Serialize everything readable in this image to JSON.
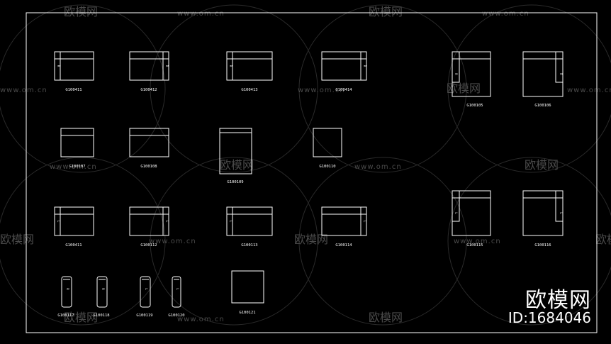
{
  "watermark": {
    "brand": "欧模网",
    "site": "www.om.cn",
    "brand_large": "欧模网",
    "id_label": "ID:1684046"
  },
  "drawing": {
    "blocks": [
      {
        "code": "G100411",
        "kind": "sofa-unit-arm-right",
        "mark": "R"
      },
      {
        "code": "G100412",
        "kind": "sofa-unit-arm-left",
        "mark": "R"
      },
      {
        "code": "G100413",
        "kind": "sofa-unit-arm-right",
        "mark": "R"
      },
      {
        "code": "G100414",
        "kind": "sofa-unit-arm-left",
        "mark": "R"
      },
      {
        "code": "G100105",
        "kind": "corner-unit-left",
        "mark": "R"
      },
      {
        "code": "G100106",
        "kind": "corner-unit-right",
        "mark": "R"
      },
      {
        "code": "G100107",
        "kind": "sofa-unit-armless",
        "mark": ""
      },
      {
        "code": "G100108",
        "kind": "sofa-unit-armless",
        "mark": ""
      },
      {
        "code": "G100109",
        "kind": "chaise-unit",
        "mark": ""
      },
      {
        "code": "G100110",
        "kind": "ottoman",
        "mark": ""
      },
      {
        "code": "G100411",
        "kind": "sofa-unit-arm-right",
        "mark": "L"
      },
      {
        "code": "G100112",
        "kind": "sofa-unit-arm-left",
        "mark": "L"
      },
      {
        "code": "G100113",
        "kind": "sofa-unit-arm-right",
        "mark": "L"
      },
      {
        "code": "G100114",
        "kind": "sofa-unit-arm-left",
        "mark": "L"
      },
      {
        "code": "G100115",
        "kind": "corner-unit-left",
        "mark": "L"
      },
      {
        "code": "G100116",
        "kind": "corner-unit-right",
        "mark": "L"
      },
      {
        "code": "G100117",
        "kind": "arm-piece",
        "mark": "R"
      },
      {
        "code": "G100118",
        "kind": "arm-piece",
        "mark": "R"
      },
      {
        "code": "G100119",
        "kind": "arm-piece",
        "mark": "L"
      },
      {
        "code": "G100120",
        "kind": "arm-piece",
        "mark": "L"
      },
      {
        "code": "G100121",
        "kind": "ottoman",
        "mark": ""
      }
    ]
  }
}
